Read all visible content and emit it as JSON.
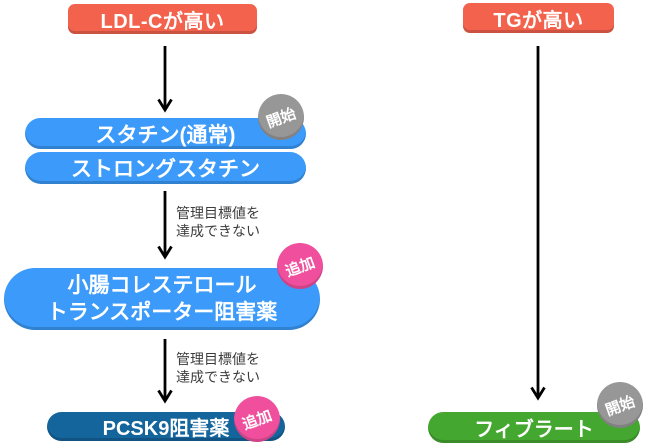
{
  "palette": {
    "condition_bg": "#F2624D",
    "statin_bg": "#3B9AFA",
    "pcsk9_bg": "#15659D",
    "fibrate_bg": "#44A72F",
    "add_badge_bg": "#EF4F9C",
    "start_badge_bg": "#979797",
    "box_text": "#FFFFFF",
    "edge_label_text": "#3C3C3C",
    "arrow": "#000000"
  },
  "left_flow": {
    "condition": "LDL-Cが高い",
    "statin_normal": "スタチン(通常)",
    "statin_strong": "ストロングスタチン",
    "intestinal_inhibitor": {
      "line1": "小腸コレステロール",
      "line2": "トランスポーター阻害薬"
    },
    "pcsk9_inhibitor": "PCSK9阻害薬",
    "edge_label_statin_to_intestinal": {
      "line1": "管理目標値を",
      "line2": "達成できない"
    },
    "edge_label_intestinal_to_pcsk9": {
      "line1": "管理目標値を",
      "line2": "達成できない"
    }
  },
  "right_flow": {
    "condition": "TGが高い",
    "fibrate": "フィブラート"
  },
  "badges": {
    "start_statin": "開始",
    "add_intestinal": "追加",
    "add_pcsk9": "追加",
    "start_fibrate": "開始"
  }
}
